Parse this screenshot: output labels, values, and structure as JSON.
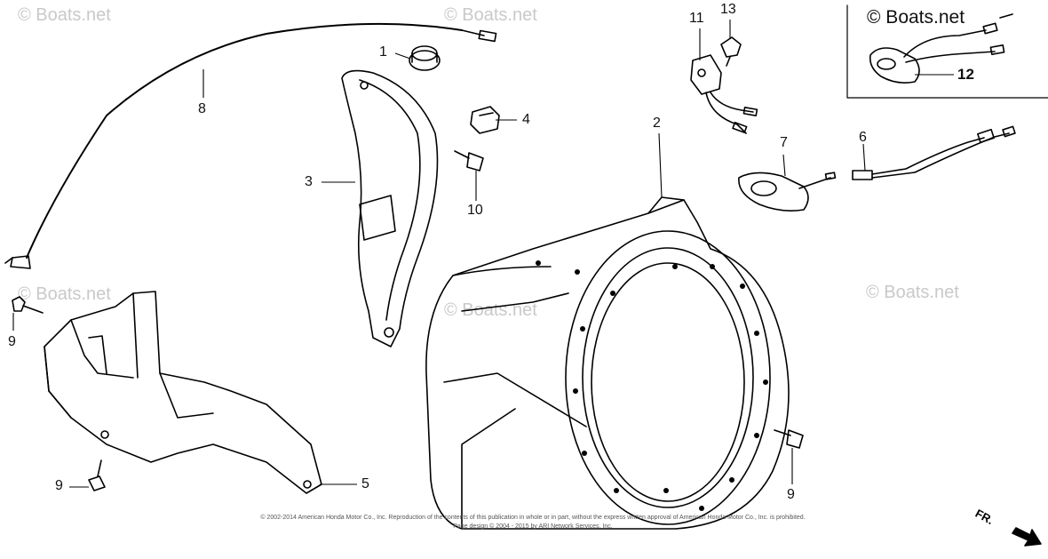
{
  "watermarks": [
    "© Boats.net",
    "© Boats.net",
    "© Boats.net",
    "© Boats.net",
    "© Boats.net"
  ],
  "inset_watermark": "© Boats.net",
  "part_numbers": {
    "p1": "1",
    "p2": "2",
    "p3": "3",
    "p4": "4",
    "p5": "5",
    "p6": "6",
    "p7": "7",
    "p8": "8",
    "p9a": "9",
    "p9b": "9",
    "p9c": "9",
    "p10": "10",
    "p11": "11",
    "p12": "12",
    "p13": "13"
  },
  "copyright_line1": "© 2002-2014 American Honda Motor Co., Inc. Reproduction of the contents of this publication in whole or in part, without the express written approval of American Honda Motor Co., Inc. is prohibited.",
  "copyright_line2": "Page design © 2004 - 2015 by ARI Network Services, Inc.",
  "direction_label": "FR."
}
